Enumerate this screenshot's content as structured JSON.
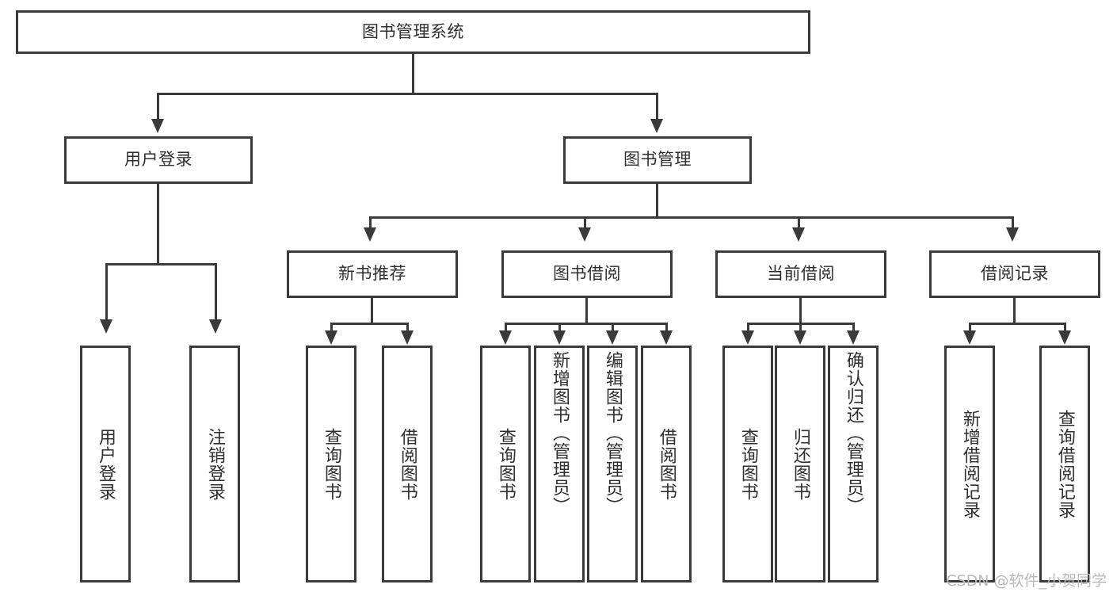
{
  "diagram": {
    "title": "图书管理系统",
    "watermark": "CSDN @软件_小贺同学",
    "line_color": "#3a3a3a",
    "box_fill": "#ffffff",
    "text_color": "#2f2f2f",
    "watermark_color": "#b9b9b9",
    "root": {
      "label": "图书管理系统"
    },
    "level1": [
      {
        "label": "用户登录"
      },
      {
        "label": "图书管理"
      }
    ],
    "level2": [
      {
        "label": "新书推荐"
      },
      {
        "label": "图书借阅"
      },
      {
        "label": "当前借阅"
      },
      {
        "label": "借阅记录"
      }
    ],
    "leaves": {
      "user_login": [
        {
          "label": "用户登录"
        },
        {
          "label": "注销登录"
        }
      ],
      "new_book_recommend": [
        {
          "label": "查询图书"
        },
        {
          "label": "借阅图书"
        }
      ],
      "book_borrow": [
        {
          "label": "查询图书"
        },
        {
          "label": "新增图书（管理员）"
        },
        {
          "label": "编辑图书（管理员）"
        },
        {
          "label": "借阅图书"
        }
      ],
      "current_borrow": [
        {
          "label": "查询图书"
        },
        {
          "label": "归还图书"
        },
        {
          "label": "确认归还（管理员）"
        }
      ],
      "borrow_record": [
        {
          "label": "新增借阅记录"
        },
        {
          "label": "查询借阅记录"
        }
      ]
    }
  }
}
